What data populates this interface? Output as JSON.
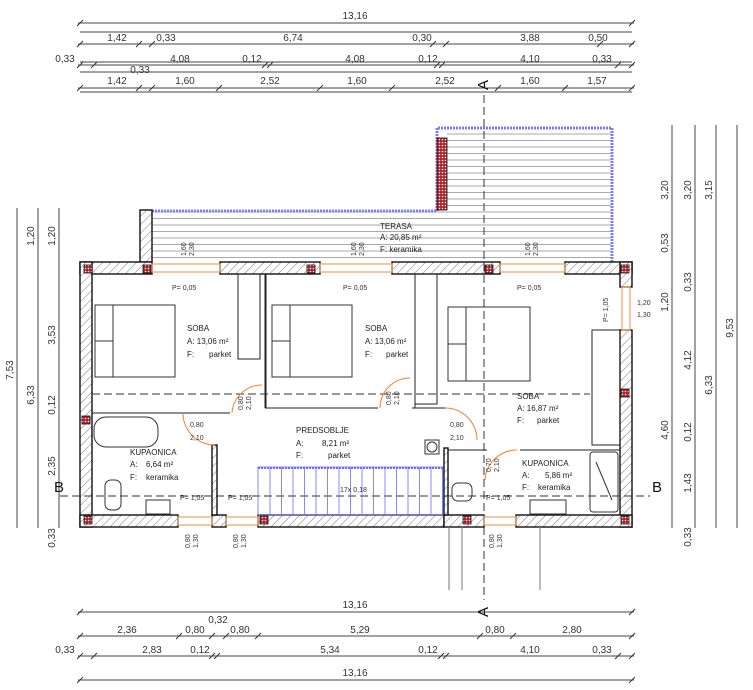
{
  "dims_top": {
    "total": "13,16",
    "row2": [
      "1,42",
      "0,33",
      "6,74",
      "0,30",
      "3,88",
      "0,50"
    ],
    "row3": [
      "0,33",
      "4,08",
      "0,12",
      "4,08",
      "0,12",
      "4,10",
      "0,33"
    ],
    "row3_extra": "0,33",
    "row4": [
      "1,42",
      "1,60",
      "2,52",
      "1,60",
      "2,52",
      "1,60",
      "1,57"
    ]
  },
  "dims_bottom": {
    "total_upper": "13,16",
    "extra": "0,32",
    "row2": [
      "2,36",
      "0,80",
      "0,80",
      "5,29",
      "0,80",
      "2,80"
    ],
    "row3": [
      "0,33",
      "2,83",
      "0,12",
      "5,34",
      "0,12",
      "4,10",
      "0,33"
    ],
    "total_lower": "13,16"
  },
  "dims_left": [
    "7,53",
    "6,33",
    "1,20",
    "1,20",
    "3,53",
    "0,12",
    "2,35",
    "0,33"
  ],
  "dims_right": [
    "3,20",
    "0,53",
    "1,20",
    "4,60",
    "3,20",
    "0,33",
    "4,12",
    "0,12",
    "1,43",
    "0,33",
    "3,15",
    "6,33",
    "9,53"
  ],
  "rooms": {
    "terasa": {
      "name": "TERASA",
      "area": "A: 20,85 m²",
      "floor": "F: keramika"
    },
    "soba1": {
      "name": "SOBA",
      "area": "A: 13,06 m²",
      "floor_label": "F:",
      "floor": "parket"
    },
    "soba2": {
      "name": "SOBA",
      "area": "A: 13,06 m²",
      "floor_label": "F:",
      "floor": "parket"
    },
    "soba3": {
      "name": "SOBA",
      "area": "A: 16,87 m²",
      "floor_label": "F:",
      "floor": "parket"
    },
    "predsoblje": {
      "name": "PREDSOBLJE",
      "area_label": "A:",
      "area": "8,21 m²",
      "floor_label": "F:",
      "floor": "parket"
    },
    "kupaonica1": {
      "name": "KUPAONICA",
      "area_label": "A:",
      "area": "6,64 m²",
      "floor_label": "F:",
      "floor": "keramika"
    },
    "kupaonica2": {
      "name": "KUPAONICA",
      "area_label": "A:",
      "area": "5,86 m²",
      "floor_label": "F:",
      "floor": "keramika"
    }
  },
  "openings": {
    "sill_top": "P= 0,05",
    "sill_low": "P= 1,05",
    "top_win_w": "1,60",
    "top_win_h": "2,30",
    "door_w": "0,80",
    "door_h": "2,10",
    "bath_door_w": "0,70",
    "bot_win_w": "0,80",
    "bot_win_h": "1,30",
    "right_win_w": "1,20",
    "right_win_h": "1,30",
    "stair_note": "17x 0,18"
  },
  "sections": {
    "a": "A",
    "b": "B"
  }
}
